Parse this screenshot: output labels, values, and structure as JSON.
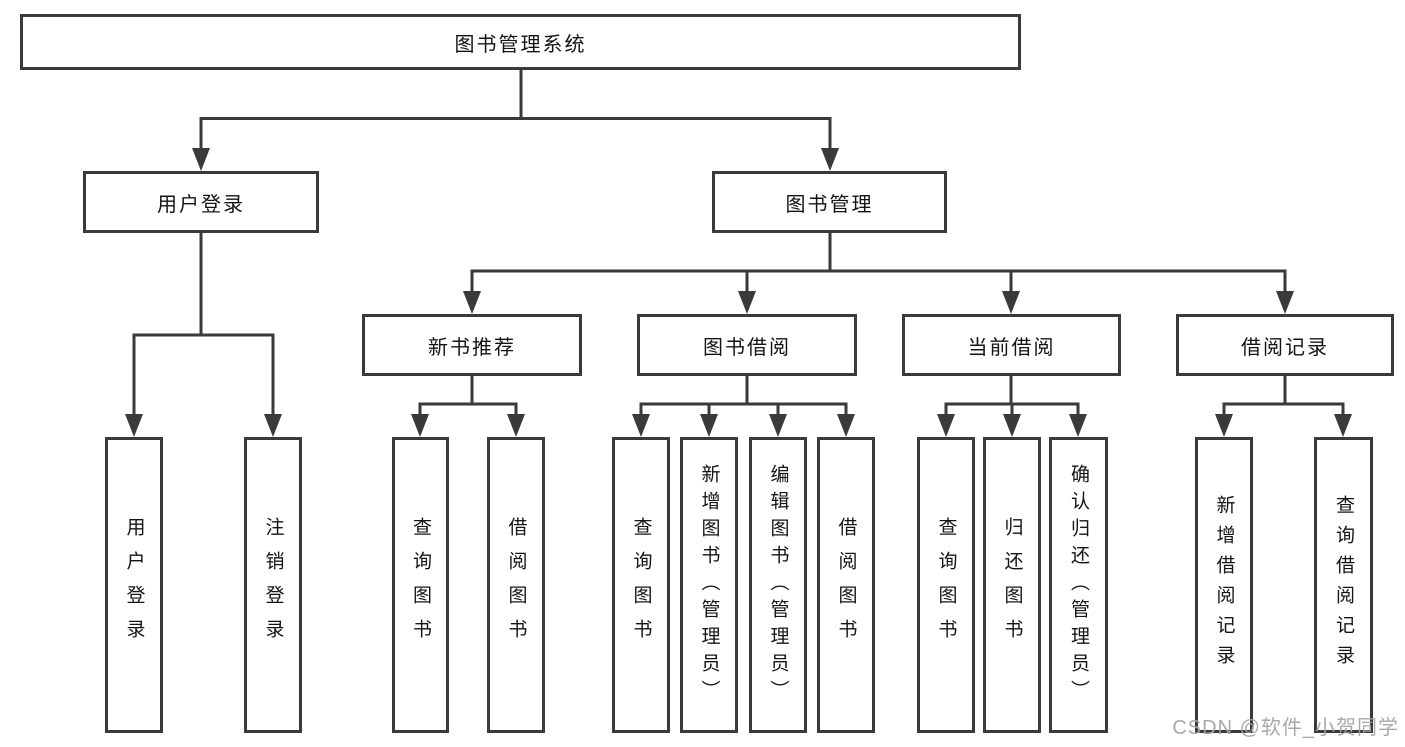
{
  "tree": {
    "label": "图书管理系统",
    "children": [
      {
        "label": "用户登录",
        "children": [
          {
            "label": "用户登录"
          },
          {
            "label": "注销登录"
          }
        ]
      },
      {
        "label": "图书管理",
        "children": [
          {
            "label": "新书推荐",
            "children": [
              {
                "label": "查询图书"
              },
              {
                "label": "借阅图书"
              }
            ]
          },
          {
            "label": "图书借阅",
            "children": [
              {
                "label": "查询图书"
              },
              {
                "label": "新增图书（管理员）"
              },
              {
                "label": "编辑图书（管理员）"
              },
              {
                "label": "借阅图书"
              }
            ]
          },
          {
            "label": "当前借阅",
            "children": [
              {
                "label": "查询图书"
              },
              {
                "label": "归还图书"
              },
              {
                "label": "确认归还（管理员）"
              }
            ]
          },
          {
            "label": "借阅记录",
            "children": [
              {
                "label": "新增借阅记录"
              },
              {
                "label": "查询借阅记录"
              }
            ]
          }
        ]
      }
    ]
  },
  "watermark": "CSDN @软件_小贺同学",
  "colors": {
    "line": "#3a3a3a",
    "text": "#141414",
    "background": "#ffffff",
    "watermark": "#a4a4a4"
  }
}
